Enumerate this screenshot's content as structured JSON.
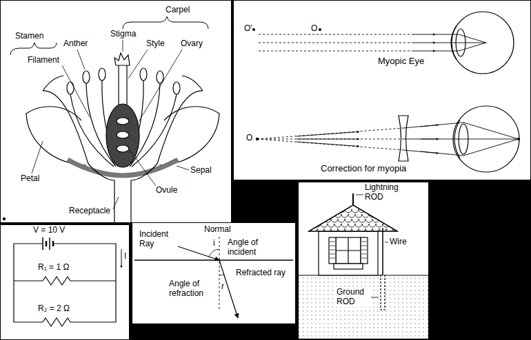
{
  "diagram": {
    "labels": [
      "Carpel",
      "Stamen",
      "Stigma",
      "Anther",
      "Style",
      "Ovary",
      "Filament",
      "Petal",
      "Sepal",
      "Ovule",
      "Receptacle",
      "O'",
      "O",
      "Myopic Eye",
      "O",
      "Correction for myopia",
      "Lightning ROD",
      "V = 10 V",
      "Normal",
      "Incident Ray",
      "i",
      "Angle of incident",
      "Wire",
      "I",
      "R₁ = 1 Ω",
      "Refracted ray",
      "Angle of refraction",
      "r",
      "Ground ROD",
      "R₂ = 2 Ω"
    ]
  }
}
